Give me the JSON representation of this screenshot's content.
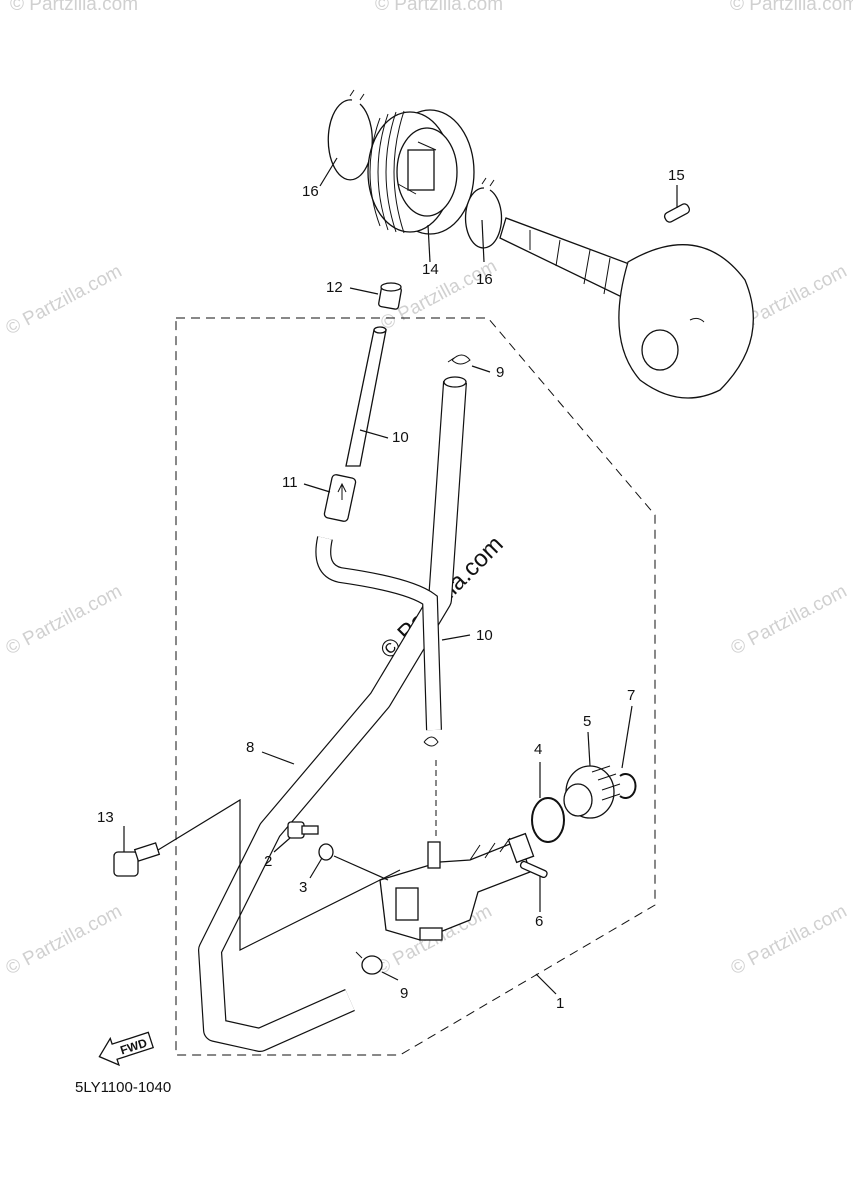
{
  "diagram": {
    "code": "5LY1100-1040",
    "fwd_label": "FWD",
    "watermark": "© Partzilla.com",
    "callouts": [
      {
        "id": "c1",
        "label": "1"
      },
      {
        "id": "c2",
        "label": "2"
      },
      {
        "id": "c3",
        "label": "3"
      },
      {
        "id": "c4",
        "label": "4"
      },
      {
        "id": "c5",
        "label": "5"
      },
      {
        "id": "c6",
        "label": "6"
      },
      {
        "id": "c7",
        "label": "7"
      },
      {
        "id": "c8",
        "label": "8"
      },
      {
        "id": "c9a",
        "label": "9"
      },
      {
        "id": "c9b",
        "label": "9"
      },
      {
        "id": "c10a",
        "label": "10"
      },
      {
        "id": "c10b",
        "label": "10"
      },
      {
        "id": "c11",
        "label": "11"
      },
      {
        "id": "c12",
        "label": "12"
      },
      {
        "id": "c13",
        "label": "13"
      },
      {
        "id": "c14",
        "label": "14"
      },
      {
        "id": "c15",
        "label": "15"
      },
      {
        "id": "c16a",
        "label": "16"
      },
      {
        "id": "c16b",
        "label": "16"
      }
    ]
  }
}
